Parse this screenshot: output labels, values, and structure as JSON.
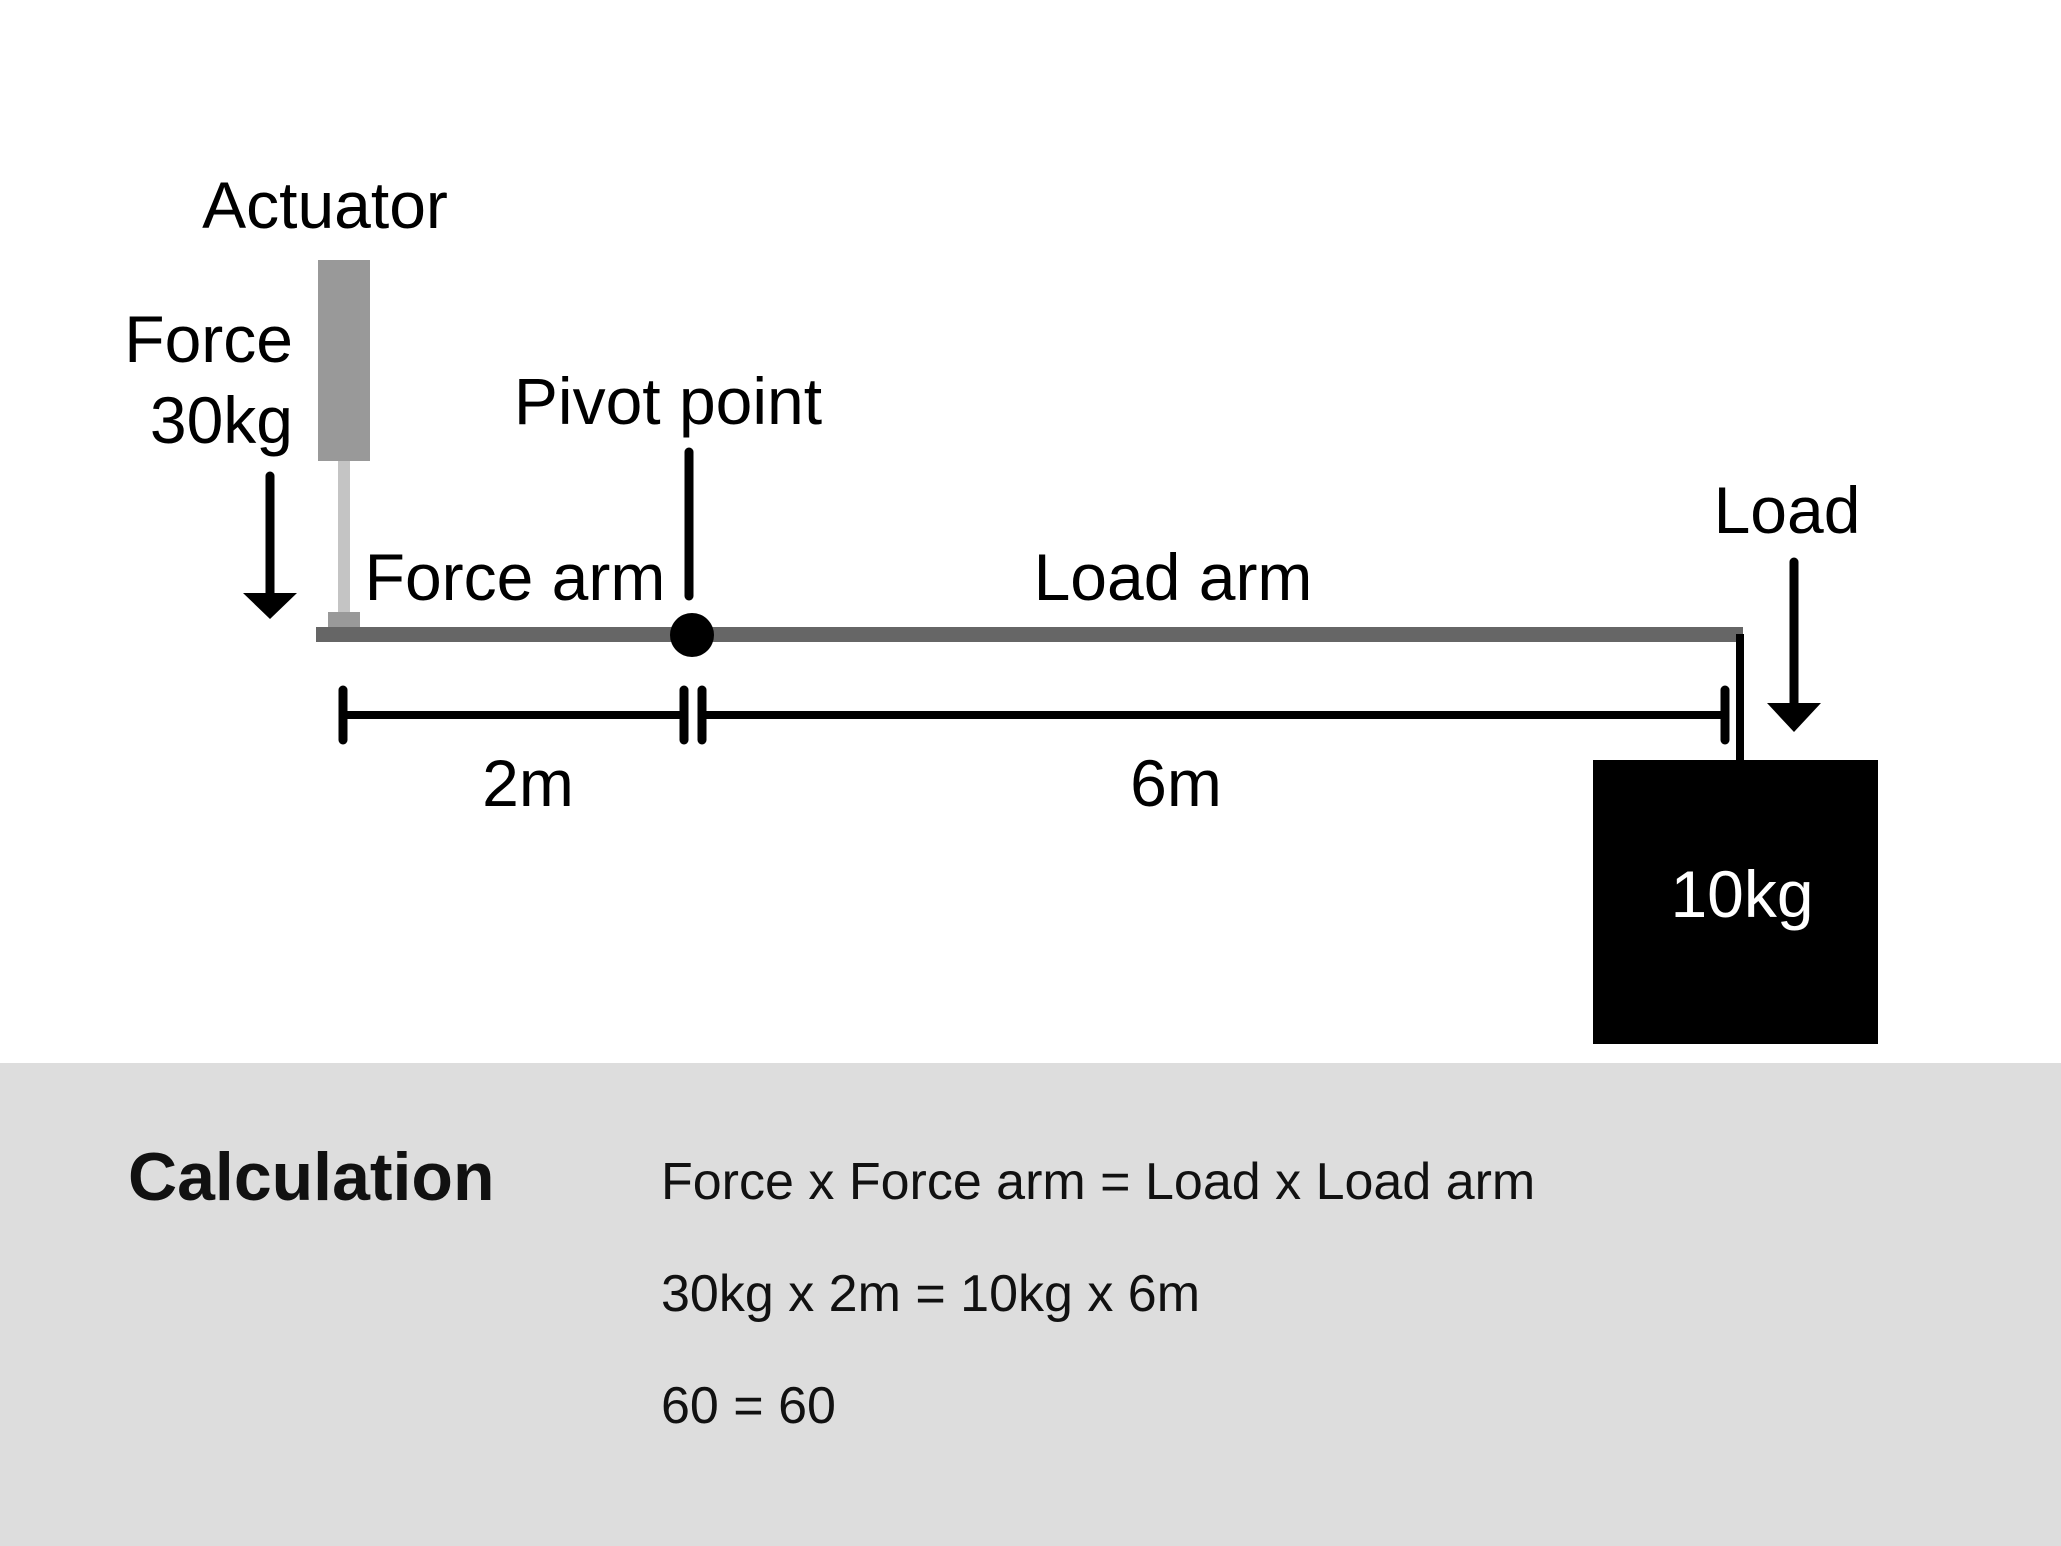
{
  "labels": {
    "actuator": "Actuator",
    "force_word": "Force",
    "force_value": "30kg",
    "pivot": "Pivot point",
    "force_arm": "Force arm",
    "load_arm": "Load arm",
    "load": "Load",
    "dim_force_arm": "2m",
    "dim_load_arm": "6m",
    "load_weight": "10kg"
  },
  "calculation": {
    "heading": "Calculation",
    "lines": [
      "Force x Force arm = Load x Load arm",
      "30kg x 2m = 10kg x 6m",
      "60 = 60"
    ]
  },
  "colors": {
    "beam": "#666666",
    "actuator_body": "#999999",
    "actuator_rod": "#c4c4c4",
    "ink": "#000000",
    "panel": "#dddddd"
  }
}
